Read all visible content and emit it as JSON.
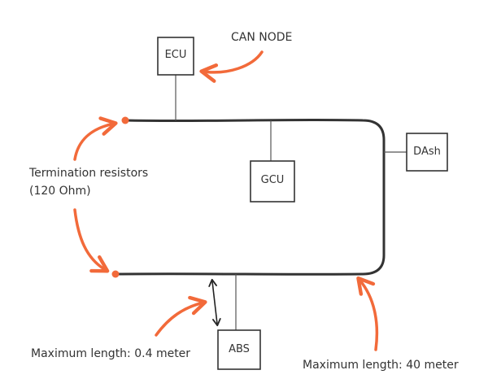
{
  "colors": {
    "line": "#333333",
    "stub": "#555555",
    "accent": "#f26a3a",
    "background": "#ffffff"
  },
  "nodes": {
    "ecu": "ECU",
    "gcu": "GCU",
    "dash": "DAsh",
    "abs": "ABS"
  },
  "annotations": {
    "can_node": "CAN NODE",
    "termination_line1": "Termination resistors",
    "termination_line2": "(120 Ohm)",
    "max_length_stub": "Maximum length: 0.4 meter",
    "max_length_bus": "Maximum length: 40 meter"
  },
  "icons": [
    "termination-dot-icon",
    "orange-arrow-icon",
    "double-arrow-icon"
  ]
}
